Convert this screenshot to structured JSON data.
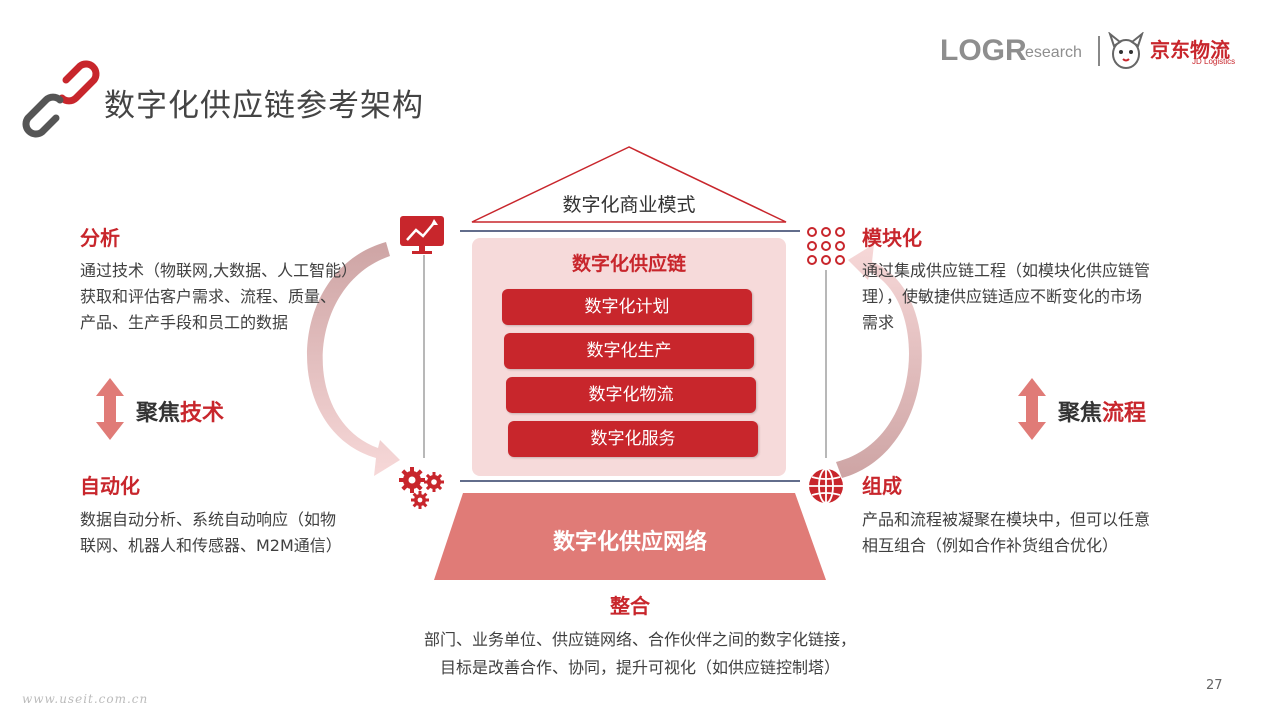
{
  "header": {
    "title": "数字化供应链参考架构",
    "logo_logr": "LOGR",
    "logo_research": "esearch",
    "logo_jd_cn": "京东物流",
    "logo_jd_en": "JD Logistics"
  },
  "left_top": {
    "title": "分析",
    "lines": [
      "通过技术（物联网,大数据、人工智能）",
      "获取和评估客户需求、流程、质量、",
      "产品、生产手段和员工的数据"
    ]
  },
  "left_focus": {
    "prefix": "聚焦",
    "highlight": "技术"
  },
  "left_bottom": {
    "title": "自动化",
    "lines": [
      "数据自动分析、系统自动响应（如物",
      "联网、机器人和传感器、M2M通信）"
    ]
  },
  "right_top": {
    "title": "模块化",
    "lines": [
      "通过集成供应链工程（如模块化供应链管",
      "理），使敏捷供应链适应不断变化的市场",
      "需求"
    ]
  },
  "right_focus": {
    "prefix": "聚焦",
    "highlight": "流程"
  },
  "right_bottom": {
    "title": "组成",
    "lines": [
      "产品和流程被凝聚在模块中，但可以任意",
      "相互组合（例如合作补货组合优化）"
    ]
  },
  "center": {
    "roof": "数字化商业模式",
    "chain_title": "数字化供应链",
    "items": [
      "数字化计划",
      "数字化生产",
      "数字化物流",
      "数字化服务"
    ],
    "network": "数字化供应网络"
  },
  "bottom": {
    "title": "整合",
    "lines": [
      "部门、业务单位、供应链网络、合作伙伴之间的数字化链接，",
      "目标是改善合作、协同，提升可视化（如供应链控制塔）"
    ]
  },
  "footer": {
    "page_number": "27",
    "watermark": "www.useit.com.cn"
  },
  "colors": {
    "accent": "#c8262c",
    "light": "#f6dada",
    "network": "#e07b77",
    "text": "#404040"
  }
}
